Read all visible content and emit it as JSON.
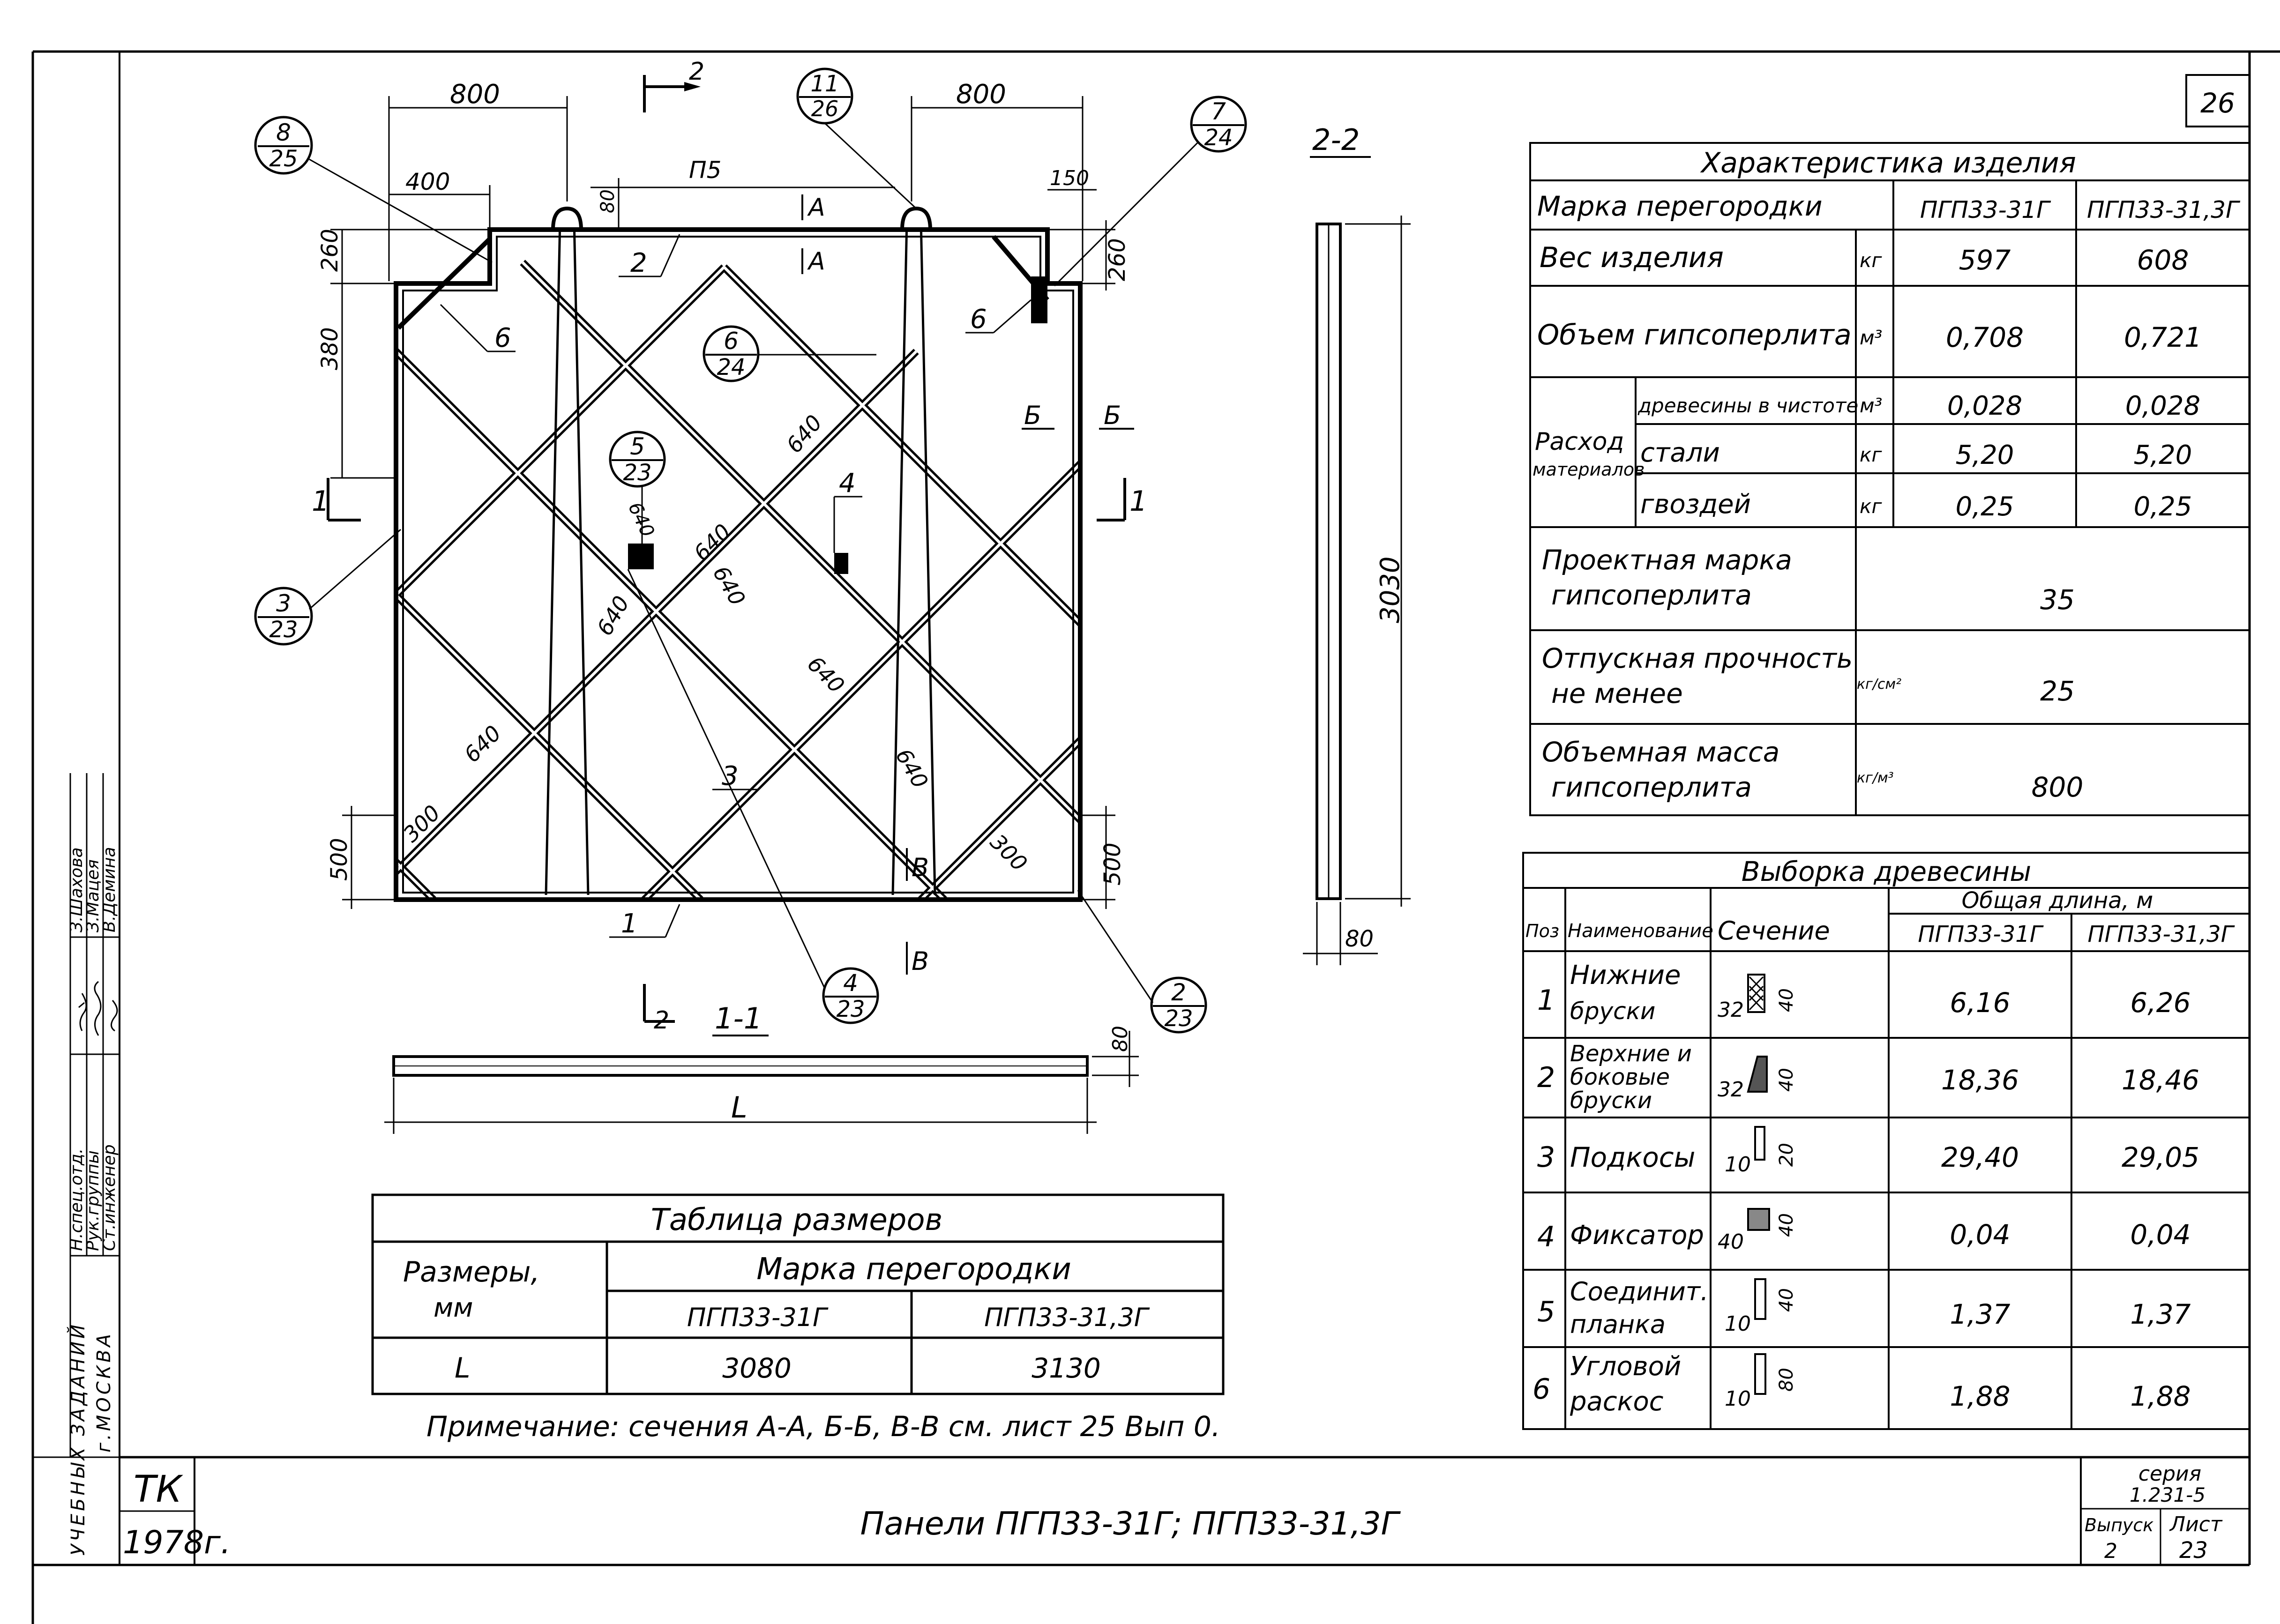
{
  "sheet_number": "26",
  "title_block": {
    "org_code": "ТК",
    "year": "1978г.",
    "title": "Панели ПГП33-31Г; ПГП33-31,3Г",
    "series_label": "серия",
    "series_value": "1.231-5",
    "issue_label": "Выпуск",
    "issue_value": "2",
    "sheet_label": "Лист",
    "sheet_value": "23"
  },
  "side_stamp": {
    "org": "УЧЕБНЫХ ЗАДАНИЙ",
    "city": "г.МОСКВА",
    "roles": [
      "Н.спец.отд.",
      "Рук.группы",
      "Ст.инженер"
    ],
    "names": [
      "З.Шахова",
      "З.Мацея",
      "В.Демина"
    ]
  },
  "drawing": {
    "dims": {
      "d800a": "800",
      "d800b": "800",
      "d400": "400",
      "d150": "150",
      "d80top": "80",
      "d260a": "260",
      "d260b": "260",
      "d380": "380",
      "d500a": "500",
      "d500b": "500",
      "d300a": "300",
      "d300b": "300",
      "d640": "640",
      "d3030": "3030",
      "d80side": "80",
      "d80sec": "80",
      "L": "L",
      "P5": "П5"
    },
    "callouts": [
      {
        "top": "8",
        "bottom": "25"
      },
      {
        "top": "11",
        "bottom": "26"
      },
      {
        "top": "7",
        "bottom": "24"
      },
      {
        "top": "6",
        "bottom": "24"
      },
      {
        "top": "5",
        "bottom": "23"
      },
      {
        "top": "3",
        "bottom": "23"
      },
      {
        "top": "4",
        "bottom": "23"
      },
      {
        "top": "2",
        "bottom": "23"
      }
    ],
    "positions": {
      "p1": "1",
      "p2": "2",
      "p3": "3",
      "p4": "4",
      "p6a": "6",
      "p6b": "6"
    },
    "section_marks": {
      "s22": "2-2",
      "s11": "1-1",
      "cut2": "2",
      "cut1": "1",
      "A": "А",
      "B6": "Б",
      "V": "В"
    }
  },
  "characteristics_table": {
    "title": "Характеристика изделия",
    "mark_header": "Марка перегородки",
    "col1": "ПГП33-31Г",
    "col2": "ПГП33-31,3Г",
    "rows": [
      {
        "label": "Вес изделия",
        "unit": "кг",
        "v1": "597",
        "v2": "608"
      },
      {
        "label": "Объем гипсоперлита",
        "unit": "м³",
        "v1": "0,708",
        "v2": "0,721"
      },
      {
        "label": "древесины в чистоте",
        "unit": "м³",
        "v1": "0,028",
        "v2": "0,028"
      },
      {
        "label": "стали",
        "unit": "кг",
        "v1": "5,20",
        "v2": "5,20"
      },
      {
        "label": "гвоздей",
        "unit": "кг",
        "v1": "0,25",
        "v2": "0,25"
      }
    ],
    "group_label_1": "Расход",
    "group_label_2": "материалов",
    "merged_rows": [
      {
        "label1": "Проектная марка",
        "label2": "гипсоперлита",
        "unit": "",
        "value": "35"
      },
      {
        "label1": "Отпускная прочность",
        "label2": "не менее",
        "unit": "кг/см²",
        "value": "25"
      },
      {
        "label1": "Объемная масса",
        "label2": "гипсоперлита",
        "unit": "кг/м³",
        "value": "800"
      }
    ]
  },
  "timber_table": {
    "title": "Выборка древесины",
    "length_header": "Общая длина, м",
    "h_pos": "Поз",
    "h_name": "Наименование",
    "h_section": "Сечение",
    "col1": "ПГП33-31Г",
    "col2": "ПГП33-31,3Г",
    "rows": [
      {
        "pos": "1",
        "name1": "Нижние",
        "name2": "бруски",
        "name3": "",
        "sec_w": "32",
        "sec_h": "40",
        "v1": "6,16",
        "v2": "6,26"
      },
      {
        "pos": "2",
        "name1": "Верхние и",
        "name2": "боковые",
        "name3": "бруски",
        "sec_w": "32",
        "sec_h": "40",
        "v1": "18,36",
        "v2": "18,46"
      },
      {
        "pos": "3",
        "name1": "Подкосы",
        "name2": "",
        "name3": "",
        "sec_w": "10",
        "sec_h": "20",
        "v1": "29,40",
        "v2": "29,05"
      },
      {
        "pos": "4",
        "name1": "Фиксатор",
        "name2": "",
        "name3": "",
        "sec_w": "40",
        "sec_h": "40",
        "v1": "0,04",
        "v2": "0,04"
      },
      {
        "pos": "5",
        "name1": "Соединит.",
        "name2": "планка",
        "name3": "",
        "sec_w": "10",
        "sec_h": "40",
        "v1": "1,37",
        "v2": "1,37"
      },
      {
        "pos": "6",
        "name1": "Угловой",
        "name2": "раскос",
        "name3": "",
        "sec_w": "10",
        "sec_h": "80",
        "v1": "1,88",
        "v2": "1,88"
      }
    ]
  },
  "sizes_table": {
    "title": "Таблица размеров",
    "h_sizes": "Размеры,",
    "h_unit": "мм",
    "h_mark": "Марка перегородки",
    "col1": "ПГП33-31Г",
    "col2": "ПГП33-31,3Г",
    "row_label": "L",
    "v1": "3080",
    "v2": "3130"
  },
  "note": "Примечание: сечения А-А, Б-Б, В-В см. лист 25 Вып 0."
}
